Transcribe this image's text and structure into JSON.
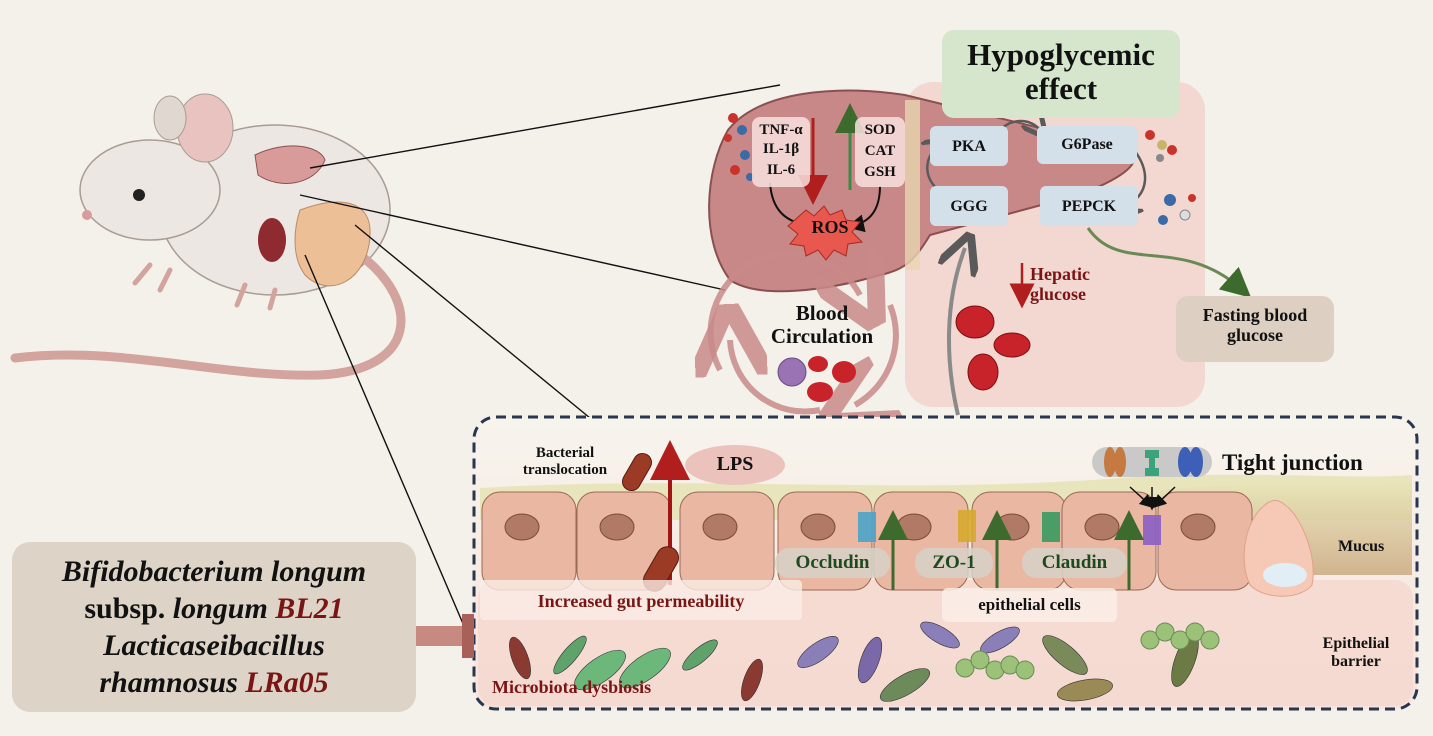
{
  "title": "Hypoglycemic effect",
  "liver_panel": {
    "pro_inflammatory": [
      "TNF-α",
      "IL-1β",
      "IL-6"
    ],
    "antioxidants": [
      "SOD",
      "CAT",
      "GSH"
    ],
    "ros_label": "ROS",
    "pro_inflammatory_trend": "decrease",
    "antioxidant_trend": "increase"
  },
  "pathway": {
    "nodes": [
      "PKA",
      "G6Pase",
      "PEPCK",
      "GGG"
    ],
    "hepatic_glucose_label": "Hepatic glucose",
    "hepatic_glucose_trend": "decrease",
    "outcome_label": "Fasting blood glucose"
  },
  "circulation": {
    "label": "Blood Circulation"
  },
  "gut_panel": {
    "bacterial_translocation": "Bacterial translocation",
    "lps": "LPS",
    "tight_junction": "Tight junction",
    "mucus": "Mucus",
    "epithelial_barrier": "Epithelial barrier",
    "increased_permeability": "Increased gut permeability",
    "microbiota_dysbiosis": "Microbiota dysbiosis",
    "epithelial_cells": "epithelial cells",
    "proteins": [
      "Occludin",
      "ZO-1",
      "Claudin"
    ],
    "protein_trend": "increase"
  },
  "probiotics": {
    "line1": "Bifidobacterium longum",
    "line2_prefix": "subsp.",
    "line2_species": "longum",
    "strain1": "BL21",
    "line3": "Lacticaseibacillus",
    "line4_species": "rhamnosus",
    "strain2": "LRa05"
  },
  "colors": {
    "background": "#f4f1eb",
    "title_box": "#d6e6cc",
    "pathway_node": "#d3dfe9",
    "pink_panel": "#f3d8d2",
    "outcome_box": "#ddd0c2",
    "strain_red": "#7a1515",
    "protein_green": "#1f4a1f",
    "dashed_border": "#2a3550"
  }
}
